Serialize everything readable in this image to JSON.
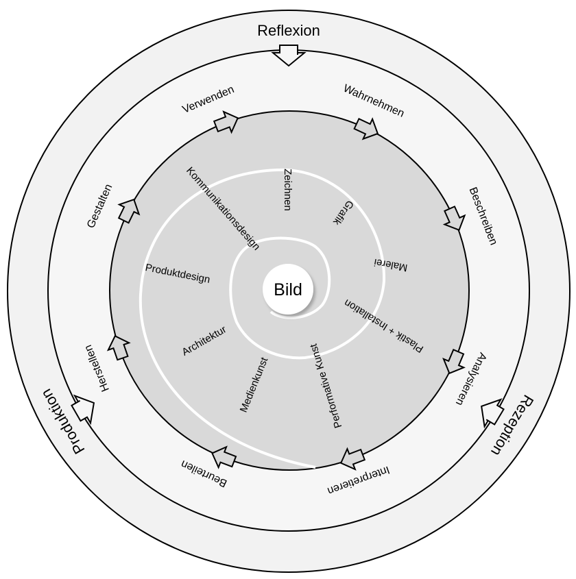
{
  "colors": {
    "outer_ring": "#f2f2f2",
    "middle_ring": "#f6f6f6",
    "inner_disc": "#d9d9d9",
    "spiral": "#ffffff",
    "stroke": "#000000"
  },
  "outer_labels": {
    "reflexion": "Reflexion",
    "rezeption": "Rezeption",
    "produktion": "Produktion"
  },
  "ring_labels": {
    "verwenden": "Verwenden",
    "wahrnehmen": "Wahrnehmen",
    "beschreiben": "Beschreiben",
    "analysieren": "Analysieren",
    "interpretieren": "Interpretieren",
    "beurteilen": "Beurteilen",
    "herstellen": "Herstellen",
    "gestalten": "Gestalten"
  },
  "fields": {
    "kommunikationsdesign": "Kommunikationsdesign",
    "zeichnen": "Zeichnen",
    "grafik": "Grafik",
    "malerei": "Malerei",
    "plastik": "Plastik + Installation",
    "performative": "Performative Kunst",
    "medienkunst": "Medienkunst",
    "architektur": "Architektur",
    "produktdesign": "Produktdesign"
  },
  "center": "Bild"
}
